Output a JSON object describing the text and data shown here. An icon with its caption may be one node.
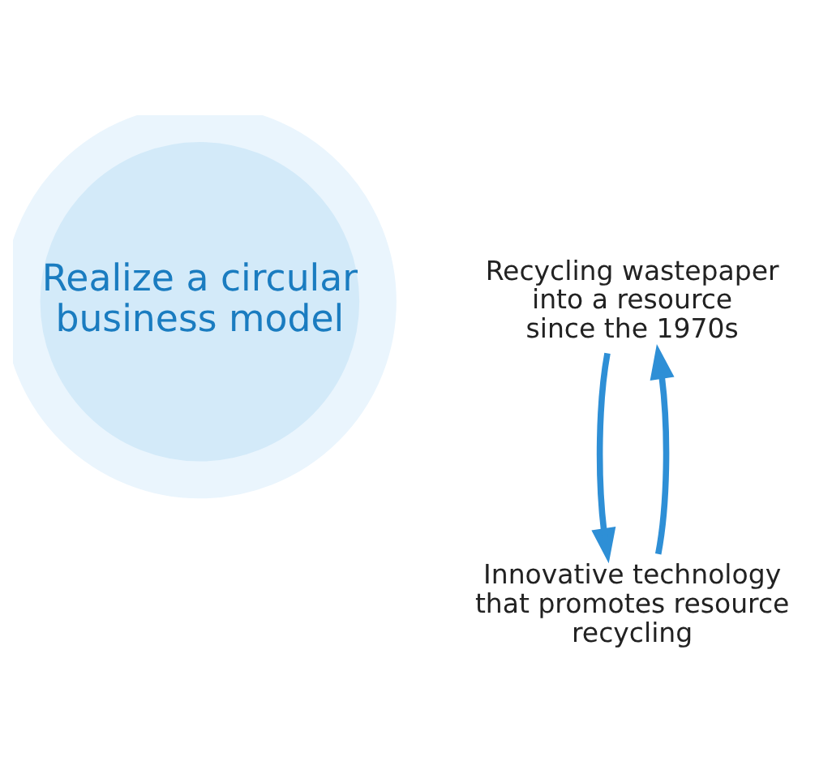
{
  "diagram": {
    "nodes": [
      {
        "text": [
          "Realize a circular business model"
        ]
      },
      {
        "text": [
          "Innovative technology that promotes resource recycling"
        ]
      },
      {
        "text": [
          "Recycling wastepaper into a resource since the 1970s"
        ]
      }
    ],
    "edges": [
      {
        "from": 2,
        "to": 1,
        "arrow": "to"
      },
      {
        "from": 1,
        "to": 2,
        "arrow": "to"
      }
    ]
  }
}
